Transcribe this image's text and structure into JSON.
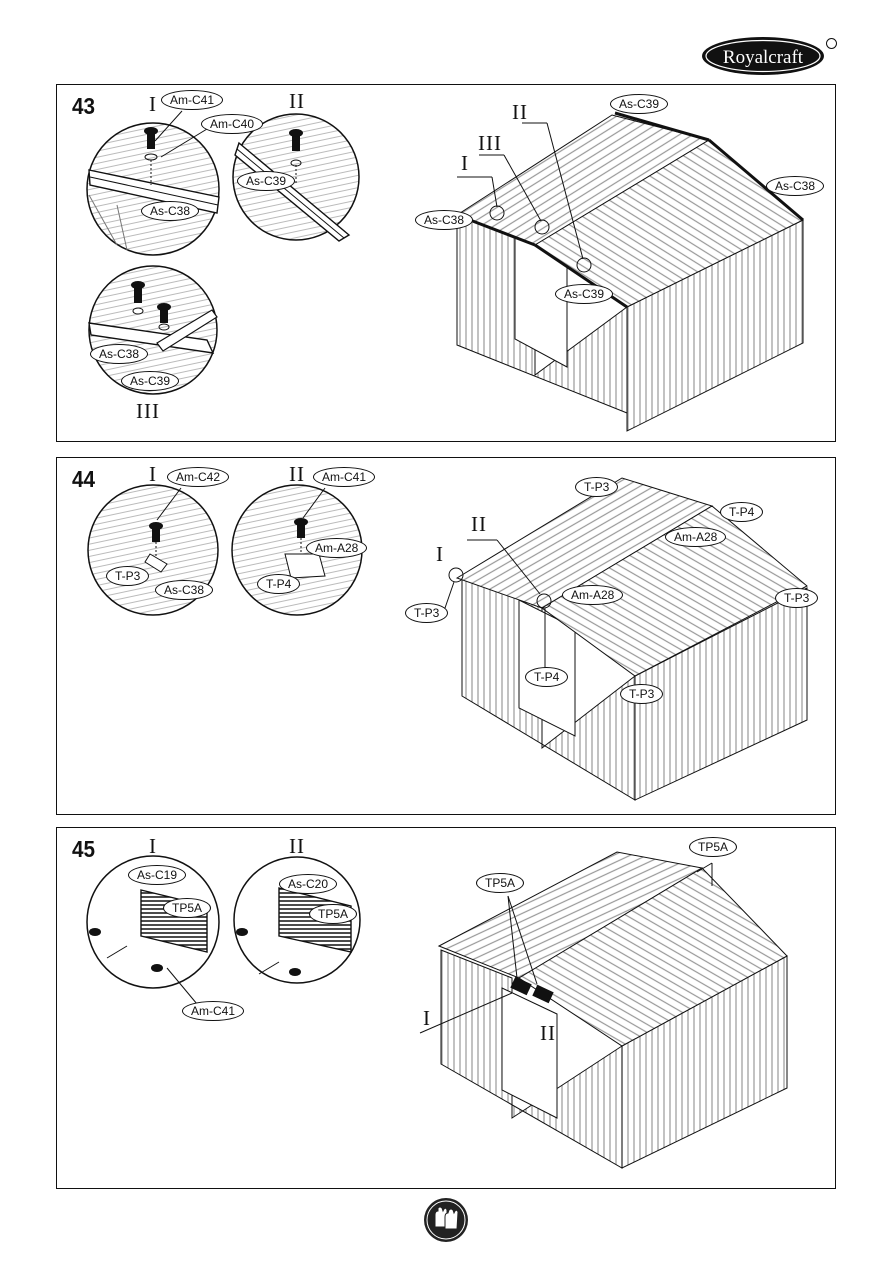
{
  "brand": {
    "name": "Royalcraft"
  },
  "panels": [
    {
      "step": "43",
      "romans": {
        "i_a": "I",
        "ii_a": "II",
        "iii_a": "III",
        "i_b": "I",
        "ii_b": "II",
        "iii_b": "III"
      },
      "labels": {
        "am_c41": "Am-C41",
        "am_c40": "Am-C40",
        "as_c38_d1": "As-C38",
        "as_c39_d2": "As-C39",
        "as_c38_d3": "As-C38",
        "as_c39_d3": "As-C39",
        "as_c39_top": "As-C39",
        "as_c38_right": "As-C38",
        "as_c38_left": "As-C38",
        "as_c39_bottom": "As-C39"
      }
    },
    {
      "step": "44",
      "romans": {
        "i_a": "I",
        "ii_a": "II",
        "i_b": "I",
        "ii_b": "II"
      },
      "labels": {
        "am_c42": "Am-C42",
        "t_p3_d1": "T-P3",
        "as_c38_d1": "As-C38",
        "am_c41": "Am-C41",
        "am_a28_d2": "Am-A28",
        "t_p4_d2": "T-P4",
        "t_p3_top": "T-P3",
        "t_p4_top": "T-P4",
        "am_a28_top": "Am-A28",
        "am_a28_mid": "Am-A28",
        "t_p3_left": "T-P3",
        "t_p3_right": "T-P3",
        "t_p4_bottom": "T-P4",
        "t_p3_bottom": "T-P3"
      }
    },
    {
      "step": "45",
      "romans": {
        "i_a": "I",
        "ii_a": "II",
        "i_b": "I",
        "ii_b": "II"
      },
      "labels": {
        "as_c19": "As-C19",
        "tp5a_d1": "TP5A",
        "am_c41": "Am-C41",
        "as_c20": "As-C20",
        "tp5a_d2": "TP5A",
        "tp5a_left": "TP5A",
        "tp5a_right": "TP5A"
      }
    }
  ],
  "footer": {
    "icon": "gloves-icon"
  }
}
